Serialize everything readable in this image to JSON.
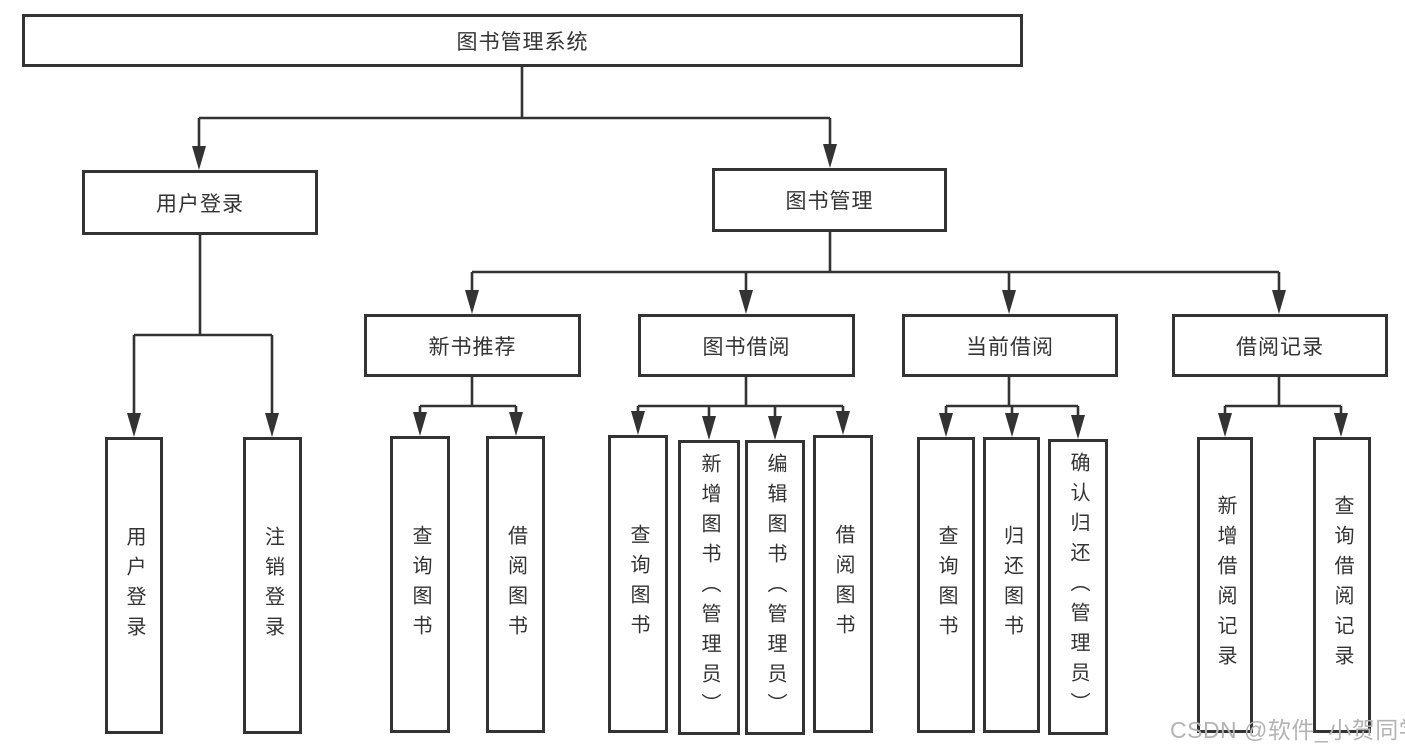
{
  "diagram": {
    "root": {
      "label": "图书管理系统"
    },
    "branches": {
      "user_login": {
        "label": "用户登录",
        "children": {
          "login": {
            "label": "用户登录"
          },
          "logout": {
            "label": "注销登录"
          }
        }
      },
      "book_management": {
        "label": "图书管理",
        "sections": {
          "new_book_recommend": {
            "label": "新书推荐",
            "children": {
              "query_book": {
                "label": "查询图书"
              },
              "borrow_book": {
                "label": "借阅图书"
              }
            }
          },
          "book_borrow": {
            "label": "图书借阅",
            "children": {
              "query_book": {
                "label": "查询图书"
              },
              "add_book": {
                "label": "新增图书（管理员）"
              },
              "edit_book": {
                "label": "编辑图书（管理员）"
              },
              "borrow_book": {
                "label": "借阅图书"
              }
            }
          },
          "current_borrow": {
            "label": "当前借阅",
            "children": {
              "query_book": {
                "label": "查询图书"
              },
              "return_book": {
                "label": "归还图书"
              },
              "confirm_return": {
                "label": "确认归还（管理员）"
              }
            }
          },
          "borrow_record": {
            "label": "借阅记录",
            "children": {
              "add_record": {
                "label": "新增借阅记录"
              },
              "query_record": {
                "label": "查询借阅记录"
              }
            }
          }
        }
      }
    },
    "watermark": "CSDN @软件_小贺同学",
    "colors": {
      "line": "#333333",
      "box_border": "#333333",
      "box_fill": "#ffffff",
      "text": "#333333",
      "watermark": "#b3b3b3"
    }
  }
}
